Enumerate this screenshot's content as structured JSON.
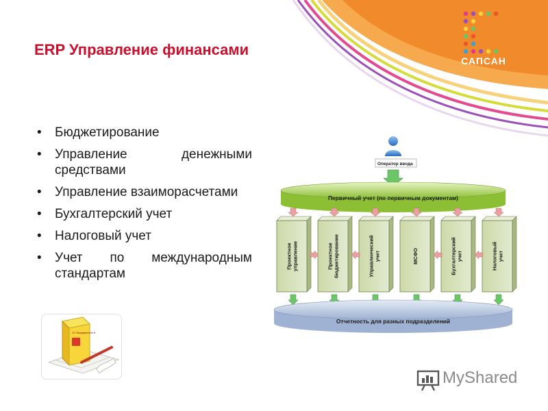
{
  "header": {
    "title": "ERP Управление финансами",
    "logo_text": "САПСАН"
  },
  "bullets": [
    {
      "text": "Бюджетирование"
    },
    {
      "text": "Управление денежными средствами"
    },
    {
      "text": "Управление взаиморасчетами"
    },
    {
      "text": "Бухгалтерский учет"
    },
    {
      "text": "Налоговый учет"
    },
    {
      "text": "Учет по международным стандартам"
    }
  ],
  "bullet_glyph": "•",
  "diagram": {
    "operator_label": "Оператор ввода",
    "top_label": "Первичный учет (по первичным документам)",
    "bottom_label": "Отчетность для разных подразделений",
    "columns": [
      {
        "lines": [
          "Проектное",
          "управление"
        ]
      },
      {
        "lines": [
          "Проектное",
          "бюджетирование"
        ]
      },
      {
        "lines": [
          "Управленческий",
          "учет"
        ]
      },
      {
        "lines": [
          "МСФО"
        ]
      },
      {
        "lines": [
          "Бухгалтерский",
          "учет"
        ]
      },
      {
        "lines": [
          "Налоговый",
          "учет"
        ]
      }
    ]
  },
  "product_box": {
    "label": "1С:Предприятие 8"
  },
  "watermark": {
    "text": "MyShared"
  },
  "colors": {
    "title": "#c8102e",
    "column_fill": "#d5dfb6",
    "top_band": "#9acb3c",
    "bottom_band": "#b8c7df",
    "arrow_down": "#6dc56a",
    "arrow_pink": "#e8a0a0"
  }
}
